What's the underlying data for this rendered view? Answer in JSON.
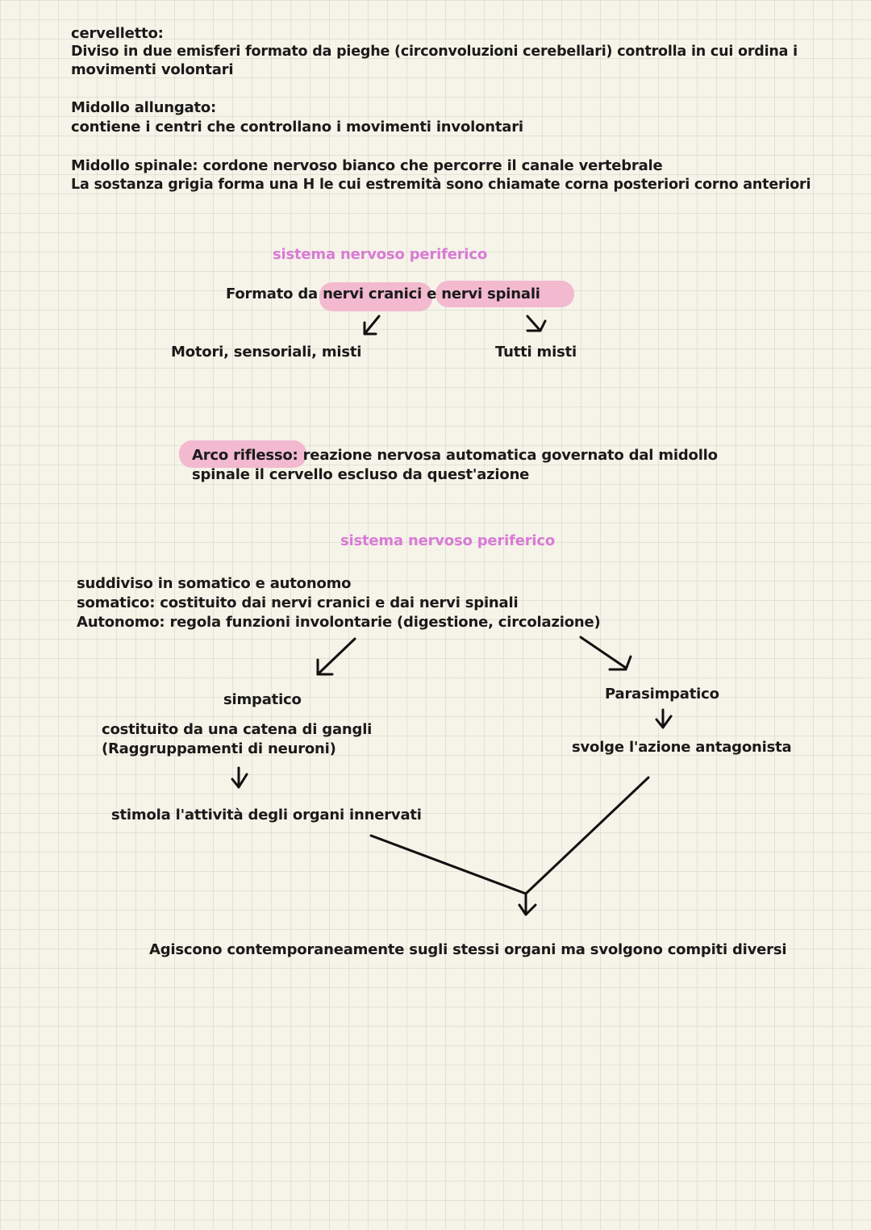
{
  "cervelletto": {
    "heading": "cervelletto:",
    "line1": "Diviso in due emisferi formato da pieghe (circonvoluzioni cerebellari) controlla in cui ordina i",
    "line2": "movimenti volontari"
  },
  "midollo_allungato": {
    "heading": "Midollo allungato:",
    "line1": "contiene i centri che controllano i movimenti involontari"
  },
  "midollo_spinale": {
    "line1": "Midollo spinale: cordone nervoso bianco che percorre il canale vertebrale",
    "line2": "La sostanza grigia forma una H le cui estremità sono chiamate corna posteriori corno anteriori"
  },
  "snp1": {
    "title": "sistema nervoso periferico",
    "formed_prefix": "Formato da ",
    "formed_cranici": "nervi cranici",
    "formed_e": " e ",
    "formed_spinali": "nervi spinali",
    "left_branch": "Motori, sensoriali, misti",
    "right_branch": "Tutti misti"
  },
  "arco": {
    "term": "Arco riflesso:",
    "line1_rest": " reazione nervosa automatica governato dal midollo",
    "line2": "spinale il cervello escluso da quest'azione"
  },
  "snp2": {
    "title": "sistema nervoso periferico",
    "line1": "suddiviso in somatico e autonomo",
    "line2": "somatico: costituito dai nervi cranici e dai nervi spinali",
    "line3": "Autonomo: regola funzioni involontarie (digestione, circolazione)",
    "simpatico": "simpatico",
    "simpatico_desc1": "costituito da una catena di gangli",
    "simpatico_desc2": "(Raggruppamenti di neuroni)",
    "simpatico_effect": "stimola l'attività degli organi innervati",
    "parasimpatico": "Parasimpatico",
    "parasimpatico_effect": "svolge l'azione antagonista",
    "conclusion": "Agiscono contemporaneamente sugli stessi organi ma svolgono compiti diversi"
  },
  "colors": {
    "title_pink": "#d97ad6",
    "highlight": "#f2b9cf",
    "paper": "#f6f3e8"
  }
}
